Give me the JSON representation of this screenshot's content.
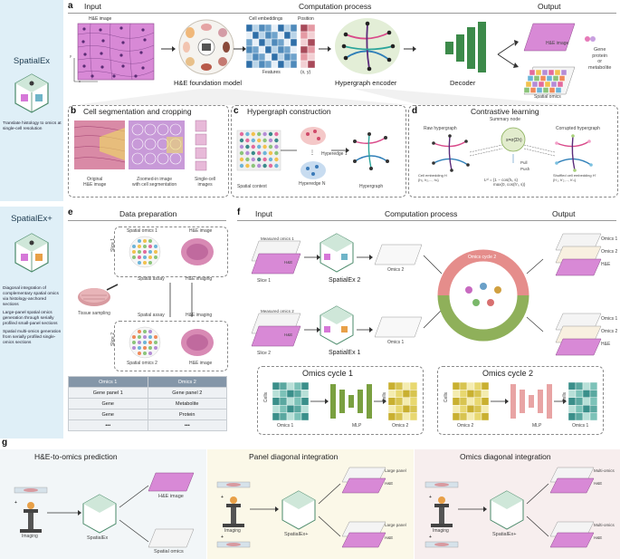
{
  "panels": {
    "a": {
      "letter": "a",
      "input": "Input",
      "computation": "Computation process",
      "output": "Output",
      "he_image": "H&E image",
      "foundation_model": "H&E foundation model",
      "cell_embeddings": "Cell embeddings",
      "position": "Position",
      "features": "Features",
      "xy": "(x, y)",
      "hypergraph_encoder": "Hypergraph encoder",
      "decoder": "Decoder",
      "out_he": "H&E image",
      "out_spatial": "Spatial omics",
      "gene_protein": "Gene\nprotein\nor\nmetabolite",
      "axis_x": "x",
      "axis_y": "y"
    },
    "b": {
      "letter": "b",
      "title": "Cell segmentation and cropping",
      "original": "Original\nH&E image",
      "zoomed": "Zoomed-in image\nwith cell segmentation",
      "single": "Single-cell\nimages"
    },
    "c": {
      "letter": "c",
      "title": "Hypergraph construction",
      "he1": "Hyperedge 1",
      "hen": "Hyperedge N",
      "context": "Spatial context",
      "hypergraph": "Hypergraph"
    },
    "d": {
      "letter": "d",
      "title": "Contrastive learning",
      "summary": "Summary node",
      "raw": "Raw hypergraph",
      "corrupted": "Corrupted hypergraph",
      "pull": "Pull",
      "push": "Push",
      "emb": "Cell embedding H\n{h₁, h₂,..., hₙ}",
      "shuf": "Shuffled cell embedding H'\n{h'₁, h'₂,..., h'ₙ}",
      "loss": "Lᶜˡ = {1 − cos(hᵢ, s)\n        max(0, cos(h'ᵢ, s))"
    },
    "e": {
      "letter": "e",
      "title": "Data preparation",
      "slice1": "Slice 1",
      "slice2": "Slice 2",
      "so1": "Spatial omics 1",
      "so2": "Spatial omics 2",
      "he_img1": "H&E image",
      "he_img2": "H&E image",
      "assay1": "Spatial assay",
      "assay2": "Spatial assay",
      "imaging1": "H&E imaging",
      "imaging2": "H&E imaging",
      "sampling": "Tissue sampling",
      "table": {
        "headers": [
          "Omics 1",
          "Omics 2"
        ],
        "rows": [
          [
            "Gene panel 1",
            "Gene panel 2"
          ],
          [
            "Gene",
            "Metabolite"
          ],
          [
            "Gene",
            "Protein"
          ],
          [
            "•••",
            "•••"
          ]
        ]
      }
    },
    "f": {
      "letter": "f",
      "input": "Input",
      "computation": "Computation process",
      "output": "Output",
      "measured1": "Measured omics 1",
      "measured2": "Measured omics 2",
      "he_a": "H&E",
      "he_b": "H&E",
      "slice1": "Slice 1",
      "slice2": "Slice 2",
      "model_top": "SpatialEx 2",
      "model_bot": "SpatialEx 1",
      "omics2_mid": "Omics 2",
      "omics1_mid": "Omics 1",
      "cycle2": "Omics cycle 2",
      "cycle1": "Omics cycle 1",
      "out_top": [
        "Omics 1",
        "Omics 2",
        "H&E"
      ],
      "out_bot": [
        "Omics 1",
        "Omics 2",
        "H&E"
      ],
      "cyc1_box": {
        "title": "Omics cycle 1",
        "cells": "Cells",
        "in": "Omics 1",
        "mlp": "MLP",
        "out": "Omics 2",
        "cells2": "Cells"
      },
      "cyc2_box": {
        "title": "Omics cycle 2",
        "cells": "Cells",
        "in": "Omics 2",
        "mlp": "MLP",
        "out": "Omics 1",
        "cells2": "Cells"
      }
    },
    "g": {
      "letter": "g",
      "col1": {
        "title": "H&E-to-omics prediction",
        "model": "SpatialEx",
        "out1": "H&E image",
        "out2": "Spatial omics",
        "imaging": "Imaging"
      },
      "col2": {
        "title": "Panel diagonal integration",
        "model": "SpatialEx+",
        "out1": "Large panel",
        "out1b": "H&E",
        "out2": "Large panel",
        "out2b": "H&E",
        "imaging": "Imaging"
      },
      "col3": {
        "title": "Omics diagonal integration",
        "model": "SpatialEx+",
        "out1": "Multi-omics",
        "out1b": "H&E",
        "out2": "Multi-omics",
        "out2b": "H&E",
        "imaging": "Imaging"
      }
    }
  },
  "sidebar": {
    "top": {
      "title": "SpatialEx",
      "bullets": [
        "Translate histology to omics at single-cell resolution"
      ]
    },
    "bottom": {
      "title": "SpatialEx+",
      "bullets": [
        "Diagonal integration of complementary spatial omics via histology-anchored sections",
        "Large-panel spatial omics generation through serially profiled small-panel sections",
        "Spatial multi-omics generation from serially profiled single-omics sections"
      ]
    }
  },
  "colors": {
    "side_bg": "#dfeff7",
    "he_pink": "#c97bd0",
    "teal": "#46a59c",
    "olive": "#6f9a3b",
    "cycle_red": "#e58d8b",
    "cycle_green": "#8fb05a",
    "g2_bg": "#fbf8e8",
    "g3_bg": "#f7eeee"
  }
}
